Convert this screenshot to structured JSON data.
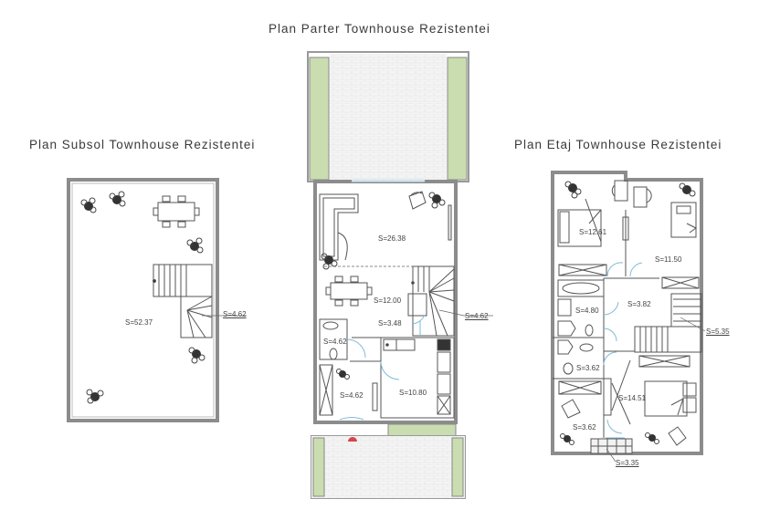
{
  "titles": {
    "parter": "Plan Parter Townhouse Rezistentei",
    "subsol": "Plan Subsol Townhouse Rezistentei",
    "etaj": "Plan Etaj Townhouse Rezistentei"
  },
  "colors": {
    "wall": "#8c8c8c",
    "line": "#555555",
    "green": "#c9ddb0",
    "paving": "#f1f1f1",
    "door_blue": "#7fbbd8",
    "marker_red": "#d9434a"
  },
  "subsol": {
    "rooms": [
      {
        "label": "S=52.37"
      },
      {
        "label": "S=4.62"
      }
    ]
  },
  "parter": {
    "rooms": [
      {
        "label": "S=26.38"
      },
      {
        "label": "S=12.00"
      },
      {
        "label": "S=3.48"
      },
      {
        "label": "S=4.62"
      },
      {
        "label": "S=4.62"
      },
      {
        "label": "S=4.62"
      },
      {
        "label": "S=10.80"
      }
    ]
  },
  "etaj": {
    "rooms": [
      {
        "label": "S=12.61"
      },
      {
        "label": "S=11.50"
      },
      {
        "label": "S=4.80"
      },
      {
        "label": "S=3.82"
      },
      {
        "label": "S=5.35"
      },
      {
        "label": "S=3.62"
      },
      {
        "label": "S=14.51"
      },
      {
        "label": "S=3.62"
      },
      {
        "label": "S=3.35"
      }
    ]
  }
}
